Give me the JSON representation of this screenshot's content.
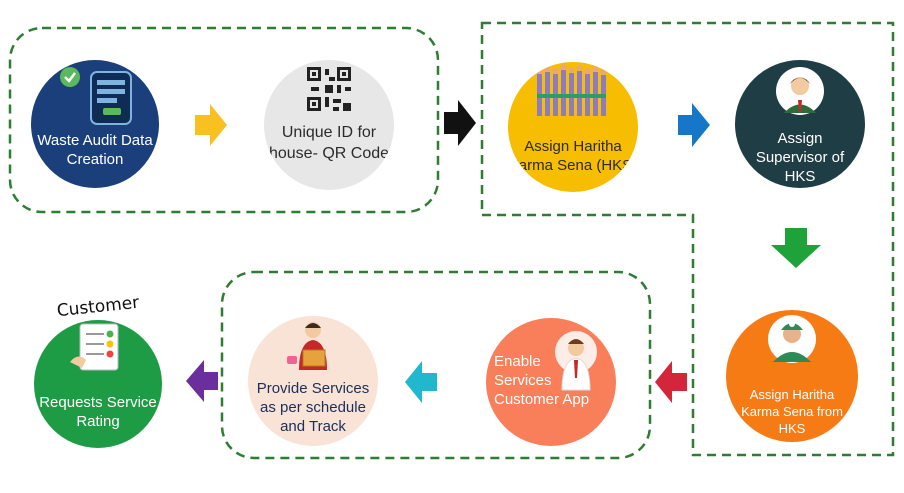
{
  "nodes": {
    "waste_audit": "Waste Audit Data Creation",
    "unique_id": "Unique ID for house- QR Code",
    "assign_hks": "Assign Haritha Karma Sena (HKS)",
    "assign_supervisor": "Assign Supervisor of HKS",
    "assign_hks_from": "Assign Haritha Karma Sena from HKS",
    "enable_services": "Enable Services Customer App",
    "provide_services": "Provide Services as per schedule and Track",
    "requests_rating": "Requests Service Rating"
  },
  "labels": {
    "customer": "Customer"
  },
  "colors": {
    "dashed_border": "#2e7d32",
    "navy": "#1b3f7a",
    "grey": "#e7e7e7",
    "yellow": "#f7bd00",
    "dark_teal": "#1f3d44",
    "orange": "#f77b15",
    "coral": "#f97f5a",
    "peach": "#f9e2d6",
    "green": "#1e9c45",
    "arrow_yellow": "#f8c020",
    "arrow_black": "#111111",
    "arrow_blue": "#1677c8",
    "arrow_green": "#1ea33a",
    "arrow_red": "#d3263b",
    "arrow_cyan": "#20b8cc",
    "arrow_purple": "#6a2f9c"
  },
  "icons": [
    "phone-checklist-icon",
    "qr-code-icon",
    "workers-crowd-icon",
    "supervisor-avatar-icon",
    "recycle-worker-icon",
    "customer-pointing-icon",
    "delivery-person-icon",
    "rating-clipboard-icon"
  ]
}
